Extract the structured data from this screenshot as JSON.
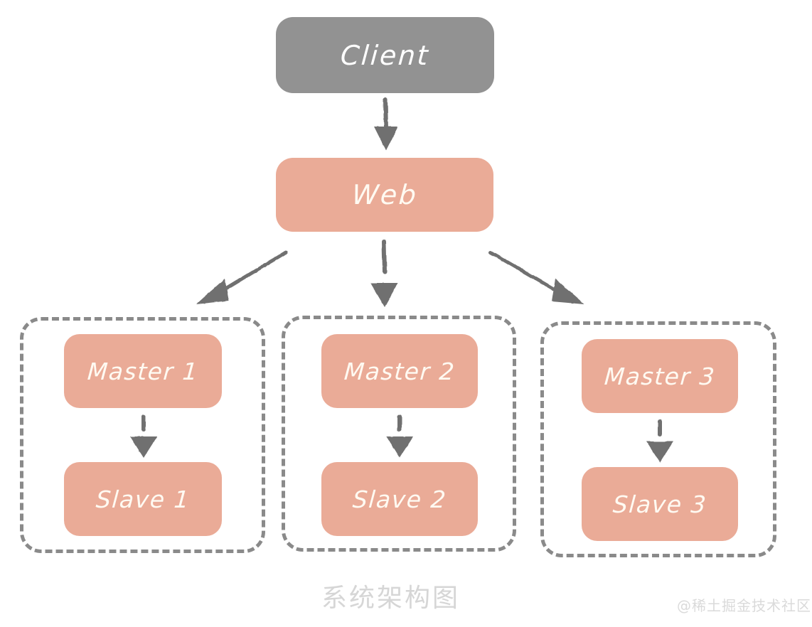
{
  "diagram": {
    "caption": "系统架构图",
    "watermark": "@稀土掘金技术社区",
    "colors": {
      "client_fill": "#929292",
      "node_fill": "#eaab97",
      "node_text": "#fffaf2",
      "arrow": "#6f6f6f",
      "group_border": "#8a8a8a",
      "caption_text": "#d6d6d6",
      "background": "#ffffff"
    },
    "nodes": {
      "client": {
        "label": "Client",
        "type": "client"
      },
      "web": {
        "label": "Web",
        "type": "service"
      },
      "master1": {
        "label": "Master 1",
        "type": "master"
      },
      "slave1": {
        "label": "Slave 1",
        "type": "slave"
      },
      "master2": {
        "label": "Master 2",
        "type": "master"
      },
      "slave2": {
        "label": "Slave 2",
        "type": "slave"
      },
      "master3": {
        "label": "Master 3",
        "type": "master"
      },
      "slave3": {
        "label": "Slave 3",
        "type": "slave"
      }
    },
    "groups": [
      {
        "id": "shard-1",
        "members": [
          "Master 1",
          "Slave 1"
        ]
      },
      {
        "id": "shard-2",
        "members": [
          "Master 2",
          "Slave 2"
        ]
      },
      {
        "id": "shard-3",
        "members": [
          "Master 3",
          "Slave 3"
        ]
      }
    ],
    "edges": [
      {
        "from": "Client",
        "to": "Web",
        "direction": "down"
      },
      {
        "from": "Web",
        "to": "Master 1",
        "direction": "down-left"
      },
      {
        "from": "Web",
        "to": "Master 2",
        "direction": "down"
      },
      {
        "from": "Web",
        "to": "Master 3",
        "direction": "down-right"
      },
      {
        "from": "Master 1",
        "to": "Slave 1",
        "direction": "down"
      },
      {
        "from": "Master 2",
        "to": "Slave 2",
        "direction": "down"
      },
      {
        "from": "Master 3",
        "to": "Slave 3",
        "direction": "down"
      }
    ]
  }
}
